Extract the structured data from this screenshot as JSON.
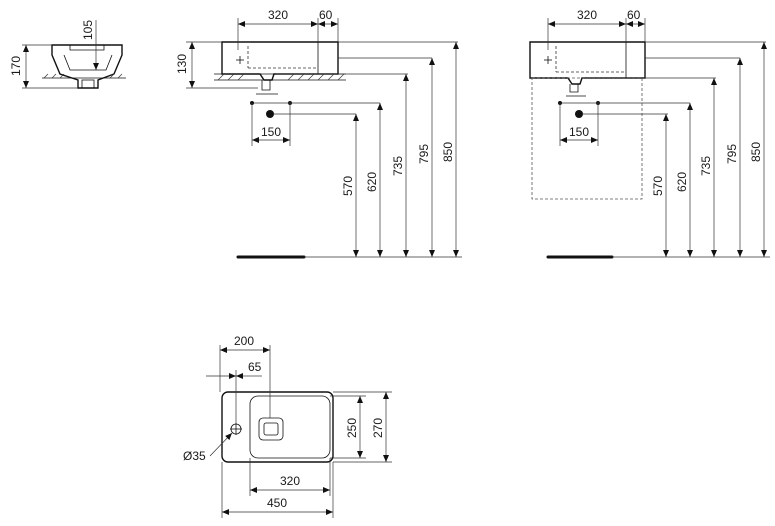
{
  "dimensions": {
    "side_view": {
      "height_total": "170",
      "bowl_depth": "105"
    },
    "front_view_wall": {
      "width_bowl": "320",
      "width_tap": "60",
      "height_basin": "130",
      "waste_offset": "150",
      "h570": "570",
      "h620": "620",
      "h735": "735",
      "h795": "795",
      "h850": "850"
    },
    "front_view_cabinet": {
      "width_bowl": "320",
      "width_tap": "60",
      "waste_offset": "150",
      "h570": "570",
      "h620": "620",
      "h735": "735",
      "h795": "795",
      "h850": "850"
    },
    "top_view": {
      "tap_to_bowl_edge": "200",
      "tap_offset": "65",
      "bowl_depth": "250",
      "total_depth": "270",
      "bowl_width": "320",
      "total_width": "450",
      "tap_hole": "Ø35"
    }
  }
}
